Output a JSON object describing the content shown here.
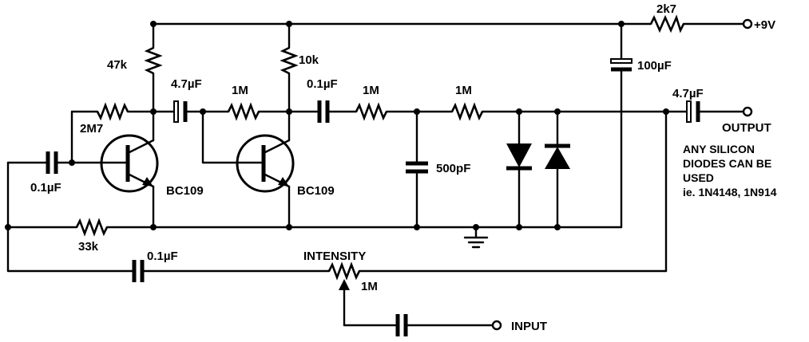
{
  "labels": {
    "r_2k7": "2k7",
    "supply": "+9V",
    "c_100uf": "100µF",
    "r_47k": "47k",
    "c_4u7_1": "4.7µF",
    "r_1m_a": "1M",
    "r_10k": "10k",
    "c_0u1_mid": "0.1µF",
    "r_1m_b": "1M",
    "r_1m_c": "1M",
    "c_4u7_out": "4.7µF",
    "output": "OUTPUT",
    "r_2m7": "2M7",
    "c_0u1_in": "0.1µF",
    "q1": "BC109",
    "q2": "BC109",
    "c_500pf": "500pF",
    "r_33k": "33k",
    "c_0u1_fb": "0.1µF",
    "intensity": "INTENSITY",
    "pot_1m": "1M",
    "input": "INPUT"
  },
  "note": {
    "line1": "ANY SILICON",
    "line2": "DIODES CAN BE",
    "line3": "USED",
    "line4": "ie. 1N4148, 1N914"
  }
}
